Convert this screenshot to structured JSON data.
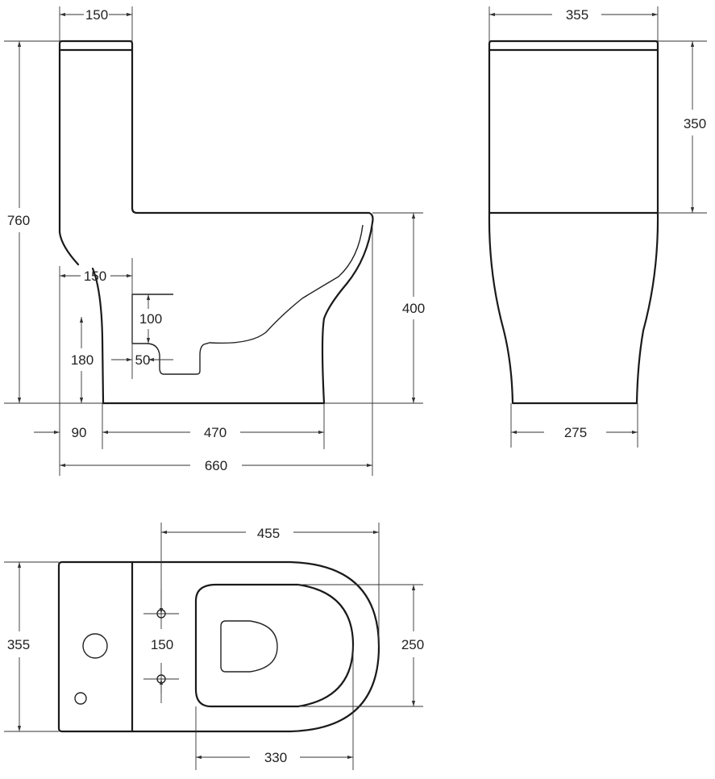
{
  "side_view": {
    "tank_depth": "150",
    "total_height": "760",
    "seat_height": "400",
    "rear_offset": "150",
    "outlet_height": "100",
    "outlet_center_height": "180",
    "outlet_width": "50",
    "wall_to_base": "90",
    "base_length": "470",
    "total_length": "660"
  },
  "front_view": {
    "width": "355",
    "tank_height": "350",
    "base_width": "275"
  },
  "top_view": {
    "length": "455",
    "width": "355",
    "hole_spacing": "150",
    "bowl_width": "250",
    "bowl_length": "330"
  }
}
